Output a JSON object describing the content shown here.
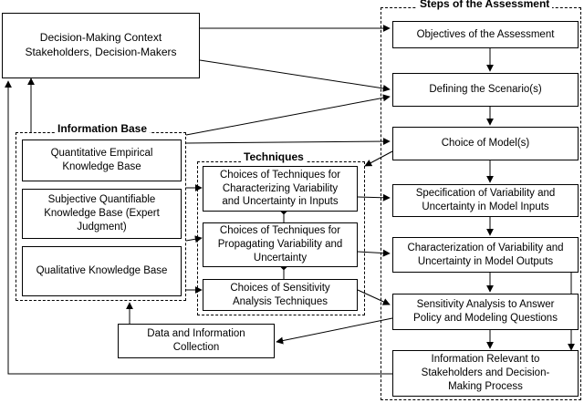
{
  "groups": {
    "steps": "Steps of the Assessment",
    "info": "Information Base",
    "techniques": "Techniques"
  },
  "context": "Decision-Making Context\nStakeholders, Decision-Makers",
  "info_base": {
    "quantitative": "Quantitative Empirical\nKnowledge Base",
    "subjective": "Subjective Quantifiable\nKnowledge Base (Expert\nJudgment)",
    "qualitative": "Qualitative Knowledge Base"
  },
  "techniques": {
    "characterizing": "Choices of Techniques for\nCharacterizing Variability\nand Uncertainty in Inputs",
    "propagating": "Choices of Techniques for\nPropagating Variability and\nUncertainty",
    "sensitivity": "Choices of Sensitivity\nAnalysis Techniques"
  },
  "data_collection": "Data and Information\nCollection",
  "steps": {
    "objectives": "Objectives of the Assessment",
    "scenario": "Defining the Scenario(s)",
    "model": "Choice of Model(s)",
    "spec": "Specification of Variability and\nUncertainty in Model Inputs",
    "char": "Characterization of Variability and\nUncertainty in Model Outputs",
    "sens": "Sensitivity Analysis to Answer\nPolicy and Modeling Questions",
    "info": "Information Relevant to\nStakeholders and Decision-\nMaking Process"
  }
}
